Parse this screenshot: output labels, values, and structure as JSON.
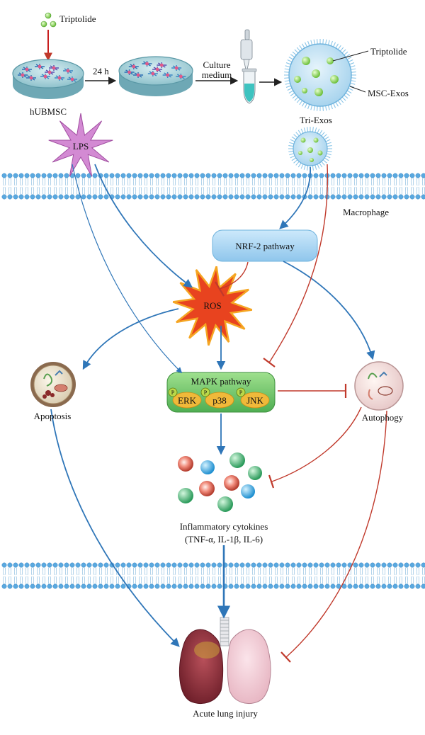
{
  "labels": {
    "triptolide_top": "Triptolide",
    "time": "24 h",
    "culture_medium_line1": "Culture",
    "culture_medium_line2": "medium",
    "hubmsc": "hUBMSC",
    "triptolide_right": "Triptolide",
    "msc_exos": "MSC-Exos",
    "tri_exos": "Tri-Exos",
    "lps": "LPS",
    "macrophage": "Macrophage",
    "nrf2": "NRF-2 pathway",
    "ros": "ROS",
    "mapk": "MAPK pathway",
    "erk": "ERK",
    "p38": "p38",
    "jnk": "JNK",
    "phospho": "P",
    "apoptosis": "Apoptosis",
    "autophagy": "Autophogy",
    "cytokines_line1": "Inflammatory cytokines",
    "cytokines_line2": "(TNF-α, IL-1β, IL-6)",
    "acute_lung_injury": "Acute lung injury"
  },
  "colors": {
    "activation_arrow": "#2f76b8",
    "inhibition_line": "#c0392b",
    "membrane_head": "#5aa9e0",
    "nrf2_fill": "#a9d4f2",
    "mapk_fill": "#6fbf6a",
    "kinase_fill": "#f0b93a",
    "ros_fill": "#e8431f",
    "lps_fill": "#c77ac7"
  }
}
